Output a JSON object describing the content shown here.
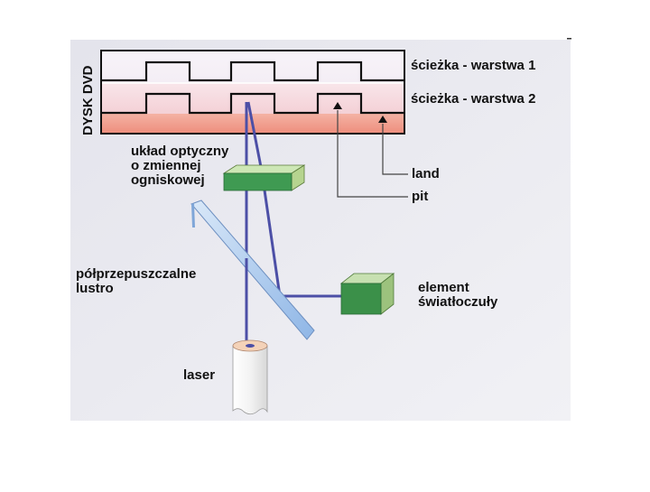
{
  "labels": {
    "disc": "DYSK DVD",
    "track_layer_1": "ścieżka - warstwa 1",
    "track_layer_2": "ścieżka - warstwa 2",
    "optical_system": "układ optyczny\no zmiennej\nogniskowej",
    "land": "land",
    "pit": "pit",
    "mirror": "półprzepuszczalne\nlustro",
    "photo_element": "element\nświatłoczuły",
    "laser": "laser"
  },
  "colors": {
    "panel_bg": "#ececf2",
    "disc_layer_top": "#f3eef6",
    "disc_layer_bottom": "#f7d9de",
    "disc_substrate": "#f2a394",
    "beam": "#4c4fa6",
    "mirror": "#a6c7ee",
    "optics_box": "#3f9a52",
    "detector_box": "#3b9049"
  }
}
